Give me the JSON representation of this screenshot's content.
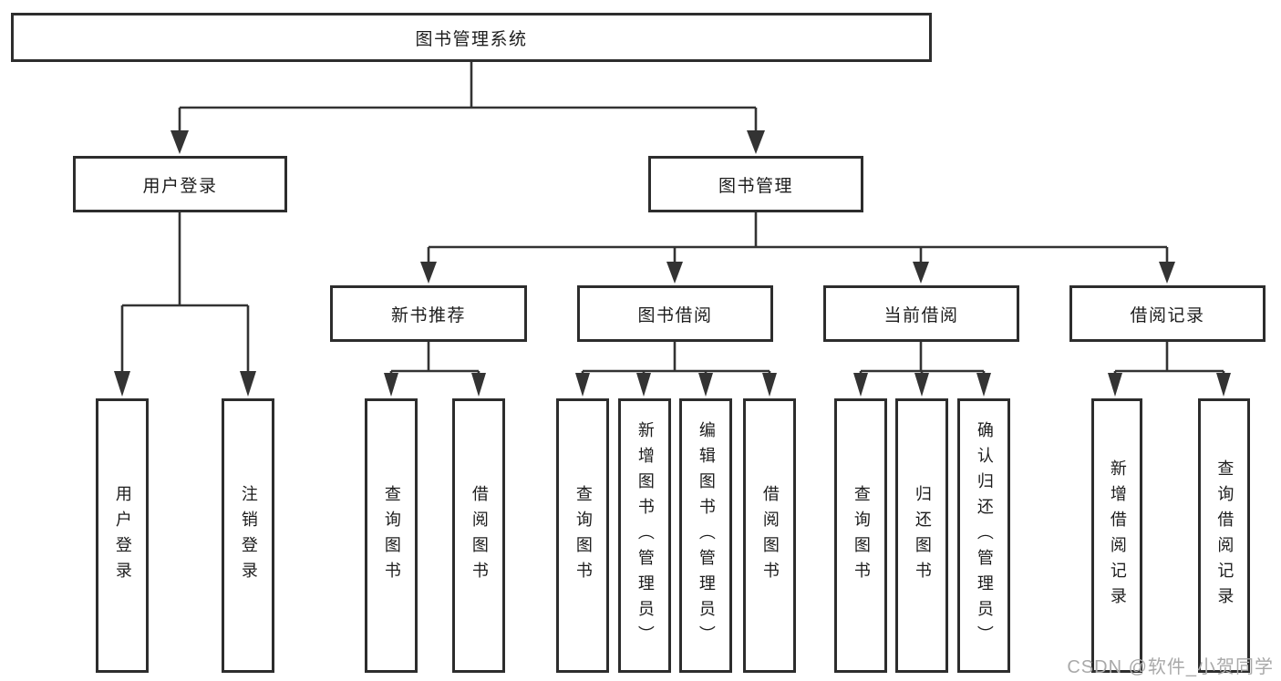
{
  "colors": {
    "line": "#333333",
    "border": "#2d2d2d",
    "text": "#1c1c1c",
    "watermark": "#a9a9a9",
    "bg": "#ffffff"
  },
  "root": {
    "label": "图书管理系统"
  },
  "level2": [
    {
      "label": "用户登录"
    },
    {
      "label": "图书管理"
    }
  ],
  "level3": [
    {
      "label": "新书推荐"
    },
    {
      "label": "图书借阅"
    },
    {
      "label": "当前借阅"
    },
    {
      "label": "借阅记录"
    }
  ],
  "leaves": {
    "login": [
      {
        "label": "用户登录"
      },
      {
        "label": "注销登录"
      }
    ],
    "newbook": [
      {
        "label": "查询图书"
      },
      {
        "label": "借阅图书"
      }
    ],
    "borrow": [
      {
        "label": "查询图书"
      },
      {
        "label": "新增图书（管理员）"
      },
      {
        "label": "编辑图书（管理员）"
      },
      {
        "label": "借阅图书"
      }
    ],
    "current": [
      {
        "label": "查询图书"
      },
      {
        "label": "归还图书"
      },
      {
        "label": "确认归还（管理员）"
      }
    ],
    "records": [
      {
        "label": "新增借阅记录"
      },
      {
        "label": "查询借阅记录"
      }
    ]
  },
  "watermark": {
    "text": "CSDN @软件_小贺同学"
  }
}
